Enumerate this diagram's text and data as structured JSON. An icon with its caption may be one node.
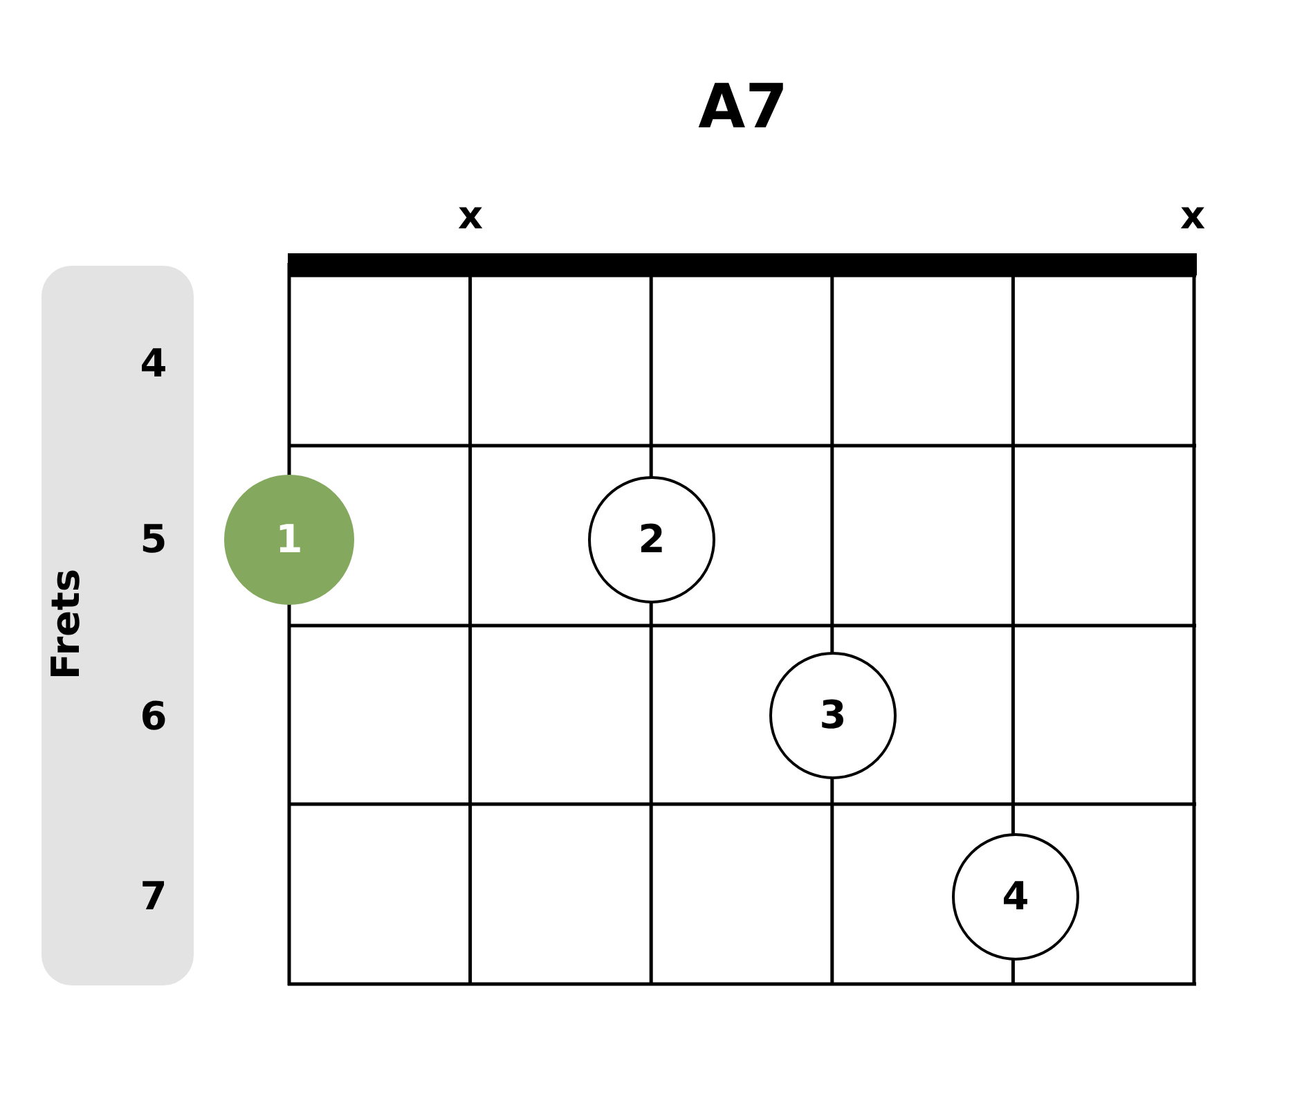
{
  "diagram": {
    "title": "A7",
    "nodes": [
      {
        "text": [
          "Frets",
          "4",
          "5",
          "6",
          "7"
        ]
      },
      {
        "text": [
          "1"
        ]
      },
      {
        "text": [
          "2"
        ]
      },
      {
        "text": [
          "3"
        ]
      },
      {
        "text": [
          "4"
        ]
      }
    ],
    "labels": [
      "x",
      "x"
    ]
  }
}
